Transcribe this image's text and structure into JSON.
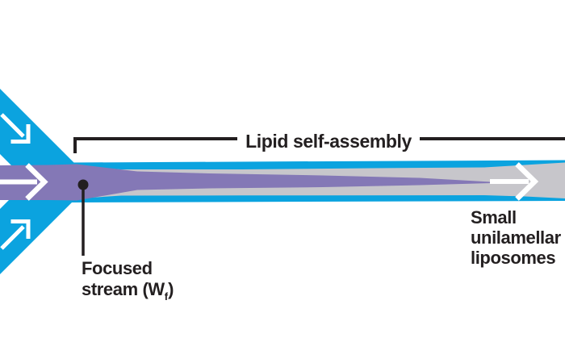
{
  "diagram": {
    "labels": {
      "bracket": "Lipid self-assembly",
      "focused_line1": "Focused",
      "focused_line2_main": "stream (W",
      "focused_line2_sub": "f",
      "focused_line2_close": ")",
      "liposomes": "Small\nunilamellar\nliposomes"
    },
    "icons": {
      "inlet_top": "arrow-down-right-icon",
      "inlet_center": "arrow-right-icon",
      "inlet_bottom": "arrow-up-right-icon",
      "outlet": "arrow-right-icon"
    },
    "colors": {
      "sheath_blue": "#0BA3DF",
      "stream_purple": "#8478B6",
      "solvent_gray": "#C7C6CB",
      "ink": "#231F20",
      "arrow_white": "#FFFFFF"
    }
  }
}
